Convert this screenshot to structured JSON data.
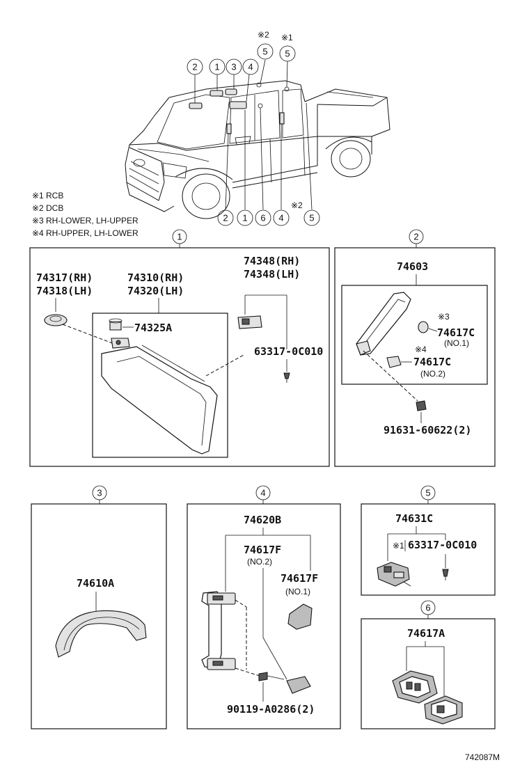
{
  "diagram_id": "742087M",
  "notes": [
    {
      "mark": "※1",
      "text": "RCB"
    },
    {
      "mark": "※2",
      "text": "DCB"
    },
    {
      "mark": "※3",
      "text": "RH-LOWER, LH-UPPER"
    },
    {
      "mark": "※4",
      "text": "RH-UPPER, LH-LOWER"
    }
  ],
  "truck_callouts": {
    "top": [
      "2",
      "1",
      "3",
      "4",
      "5",
      "5"
    ],
    "top_marks": [
      "※2",
      "※1"
    ],
    "bottom": [
      "2",
      "1",
      "6",
      "4",
      "5"
    ],
    "bottom_mark": "※2"
  },
  "sections": {
    "s1": {
      "number": "1",
      "parts": {
        "p74317": "74317(RH)",
        "p74318": "74318(LH)",
        "p74310": "74310(RH)",
        "p74320": "74320(LH)",
        "p74348a": "74348(RH)",
        "p74348b": "74348(LH)",
        "p74325": "74325A",
        "p63317": "63317-0C010"
      }
    },
    "s2": {
      "number": "2",
      "parts": {
        "p74603": "74603",
        "mark3": "※3",
        "p74617c1": "74617C",
        "n1": "(NO.1)",
        "mark4": "※4",
        "p74617c2": "74617C",
        "n2": "(NO.2)",
        "p91631": "91631-60622(2)"
      }
    },
    "s3": {
      "number": "3",
      "parts": {
        "p74610": "74610A"
      }
    },
    "s4": {
      "number": "4",
      "parts": {
        "p74620": "74620B",
        "p74617f2": "74617F",
        "n2": "(NO.2)",
        "p74617f1": "74617F",
        "n1": "(NO.1)",
        "p90119": "90119-A0286(2)"
      }
    },
    "s5": {
      "number": "5",
      "parts": {
        "p74631": "74631C",
        "mark1": "※1",
        "p63317": "63317-0C010"
      }
    },
    "s6": {
      "number": "6",
      "parts": {
        "p74617a": "74617A"
      }
    }
  }
}
